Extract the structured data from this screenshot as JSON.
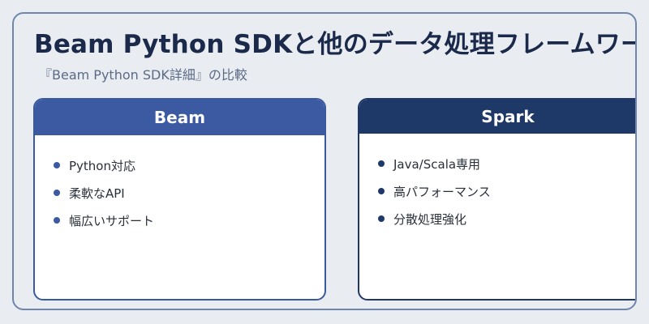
{
  "slide": {
    "title": "Beam Python SDKと他のデータ処理フレームワーク",
    "subtitle": "『Beam Python SDK詳細』の比較"
  },
  "cards": [
    {
      "name": "Beam",
      "items": [
        "Python対応",
        "柔軟なAPI",
        "幅広いサポート"
      ]
    },
    {
      "name": "Spark",
      "items": [
        "Java/Scala専用",
        "高パフォーマンス",
        "分散処理強化"
      ]
    }
  ],
  "colors": {
    "background": "#e9edf2",
    "frame_border": "#7186ad",
    "beam_header": "#3b5aa1",
    "spark_header": "#1e3868",
    "title_text": "#1b2a4a"
  }
}
